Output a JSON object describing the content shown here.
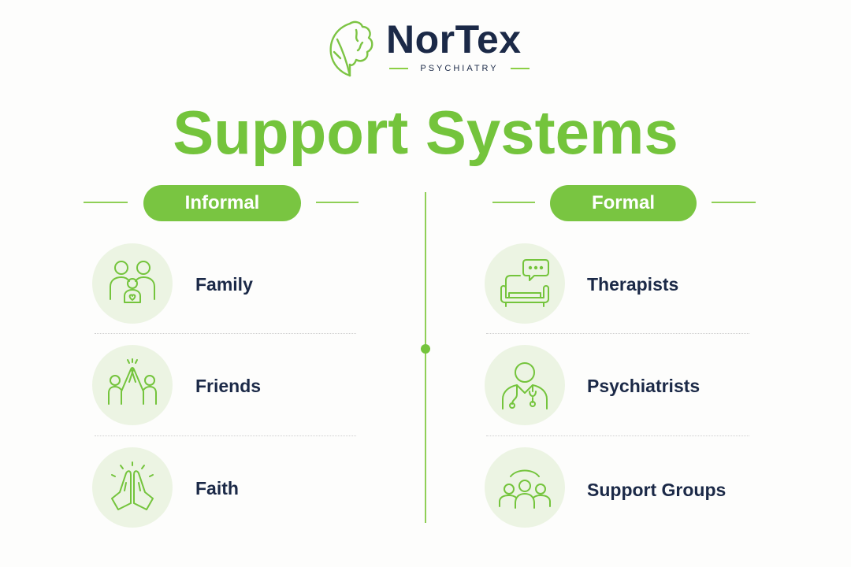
{
  "brand": {
    "name": "NorTex",
    "subtitle": "PSYCHIATRY"
  },
  "title": "Support Systems",
  "columns": {
    "informal": {
      "header": "Informal",
      "items": [
        {
          "label": "Family",
          "icon": "family-icon"
        },
        {
          "label": "Friends",
          "icon": "high-five-icon"
        },
        {
          "label": "Faith",
          "icon": "praying-hands-icon"
        }
      ]
    },
    "formal": {
      "header": "Formal",
      "items": [
        {
          "label": "Therapists",
          "icon": "therapy-couch-icon"
        },
        {
          "label": "Psychiatrists",
          "icon": "doctor-icon"
        },
        {
          "label": "Support Groups",
          "icon": "group-icon"
        }
      ]
    }
  },
  "colors": {
    "accent": "#74c43c",
    "pill": "#79c541",
    "icon_bg": "#ecf4e3",
    "text_dark": "#1b2947"
  }
}
